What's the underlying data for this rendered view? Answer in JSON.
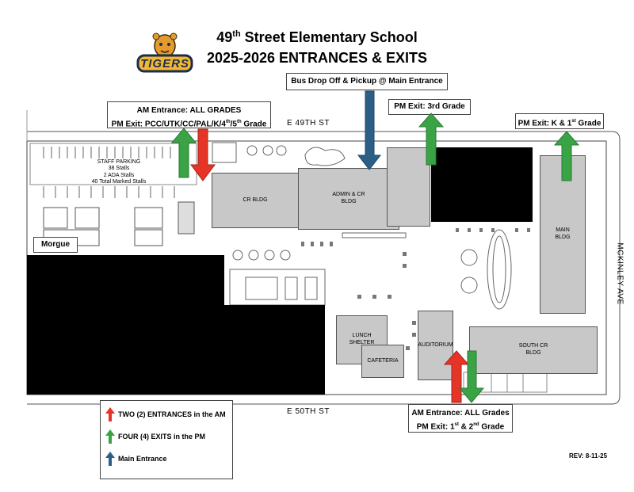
{
  "header": {
    "title_line1_main": "49",
    "title_line1_sup": "th",
    "title_line1_rest": " Street Elementary School",
    "title_line2": "2025-2026 ENTRANCES & EXITS",
    "logo_text": "TIGERS"
  },
  "streets": {
    "north": "E 49TH ST",
    "south": "E 50TH ST",
    "east": "MCKINLEY AVE"
  },
  "callouts": {
    "bus": "Bus Drop Off & Pickup @ Main Entrance",
    "nw_line1": "AM Entrance: ALL GRADES",
    "nw_line2_prefix": "PM Exit: PCC/UTK/CC/PAL/K/4",
    "nw_sup1": "th",
    "nw_mid": "/5",
    "nw_sup2": "th",
    "nw_suffix": " Grade",
    "third": "PM Exit: 3rd Grade",
    "k1_prefix": "PM Exit: K & 1",
    "k1_sup": "st",
    "k1_suffix": " Grade",
    "south_line1": "AM Entrance:  ALL Grades",
    "south_line2_prefix": "PM Exit: 1",
    "south_sup1": "st",
    "south_mid": " & 2",
    "south_sup2": "nd",
    "south_suffix": " Grade"
  },
  "labels": {
    "staff_parking": "STAFF PARKING",
    "parking_stalls": "38 Stalls",
    "ada_stalls": "2 ADA Stalls",
    "marked_stalls": "40 Total Marked Stalls",
    "morgue": "Morgue",
    "cr_bldg": "CR BLDG",
    "admin_cr_bldg_1": "ADMIN & CR",
    "admin_cr_bldg_2": "BLDG",
    "main_bldg_1": "MAIN",
    "main_bldg_2": "BLDG",
    "lunch_shelter_1": "LUNCH",
    "lunch_shelter_2": "SHELTER",
    "cafeteria": "CAFETERIA",
    "auditorium": "AUDITORIUM",
    "south_cr_bldg_1": "SOUTH CR",
    "south_cr_bldg_2": "BLDG"
  },
  "legend": [
    {
      "text": "TWO (2) ENTRANCES in the AM",
      "color": "#e53527"
    },
    {
      "text": "FOUR (4) EXITS in the PM",
      "color": "#3aa346"
    },
    {
      "text": "Main Entrance",
      "color": "#2b5f86"
    }
  ],
  "revision": "REV: 8-11-25",
  "colors": {
    "entrance_red": "#e53527",
    "exit_green": "#3aa346",
    "main_blue": "#2b5f86",
    "building_gray": "#c8c8c8"
  }
}
